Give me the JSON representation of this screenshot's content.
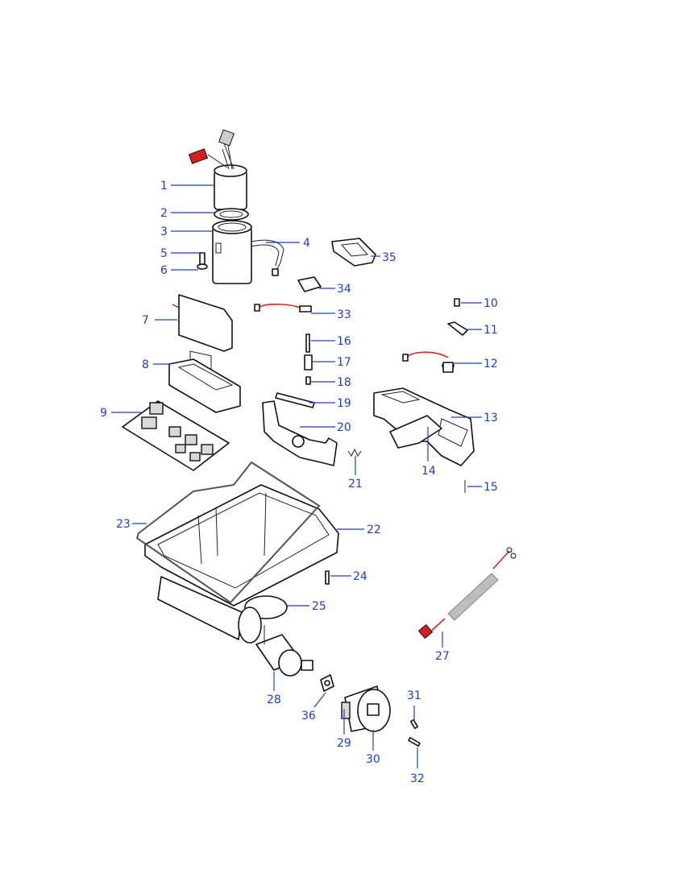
{
  "diagram": {
    "callouts": [
      {
        "id": "1",
        "text": "1"
      },
      {
        "id": "2",
        "text": "2"
      },
      {
        "id": "3",
        "text": "3"
      },
      {
        "id": "4",
        "text": "4"
      },
      {
        "id": "5",
        "text": "5"
      },
      {
        "id": "6",
        "text": "6"
      },
      {
        "id": "7",
        "text": "7"
      },
      {
        "id": "8",
        "text": "8"
      },
      {
        "id": "9",
        "text": "9"
      },
      {
        "id": "10",
        "text": "10"
      },
      {
        "id": "11",
        "text": "11"
      },
      {
        "id": "12",
        "text": "12"
      },
      {
        "id": "13",
        "text": "13"
      },
      {
        "id": "14",
        "text": "14"
      },
      {
        "id": "15",
        "text": "15"
      },
      {
        "id": "16",
        "text": "16"
      },
      {
        "id": "17",
        "text": "17"
      },
      {
        "id": "18",
        "text": "18"
      },
      {
        "id": "19",
        "text": "19"
      },
      {
        "id": "20",
        "text": "20"
      },
      {
        "id": "21",
        "text": "21"
      },
      {
        "id": "22",
        "text": "22"
      },
      {
        "id": "23",
        "text": "23"
      },
      {
        "id": "24",
        "text": "24"
      },
      {
        "id": "25",
        "text": "25"
      },
      {
        "id": "27",
        "text": "27"
      },
      {
        "id": "28",
        "text": "28"
      },
      {
        "id": "29",
        "text": "29"
      },
      {
        "id": "30",
        "text": "30"
      },
      {
        "id": "31",
        "text": "31"
      },
      {
        "id": "32",
        "text": "32"
      },
      {
        "id": "33",
        "text": "33"
      },
      {
        "id": "34",
        "text": "34"
      },
      {
        "id": "35",
        "text": "35"
      },
      {
        "id": "36",
        "text": "36"
      }
    ],
    "colors": {
      "callout": "#1f3fbf",
      "wire_red": "#e02020",
      "wire_yellow": "#e8c020",
      "connector_red": "#d81e1e",
      "part_outline": "#111111",
      "shading_grey": "#bdbdbd"
    }
  }
}
